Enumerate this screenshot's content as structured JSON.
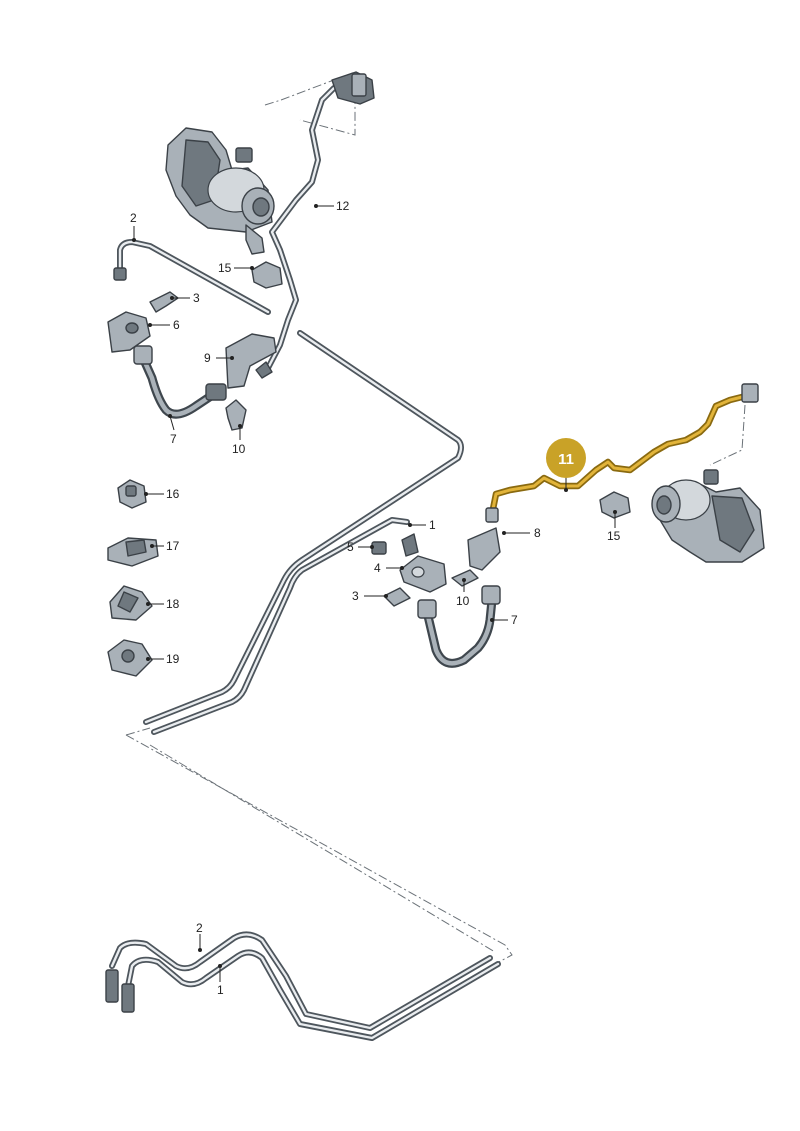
{
  "highlight_color": "#c9a227",
  "highlighted_part": "11",
  "labels": {
    "p1_mid": "1",
    "p1_bottom": "1",
    "p2_top": "2",
    "p2_bottom": "2",
    "p3_left": "3",
    "p3_right": "3",
    "p4": "4",
    "p5": "5",
    "p6": "6",
    "p7_left": "7",
    "p7_right": "7",
    "p8": "8",
    "p9": "9",
    "p10_left": "10",
    "p10_right": "10",
    "p11": "11",
    "p12": "12",
    "p15_top": "15",
    "p15_right": "15",
    "p16": "16",
    "p17": "17",
    "p18": "18",
    "p19": "19"
  }
}
